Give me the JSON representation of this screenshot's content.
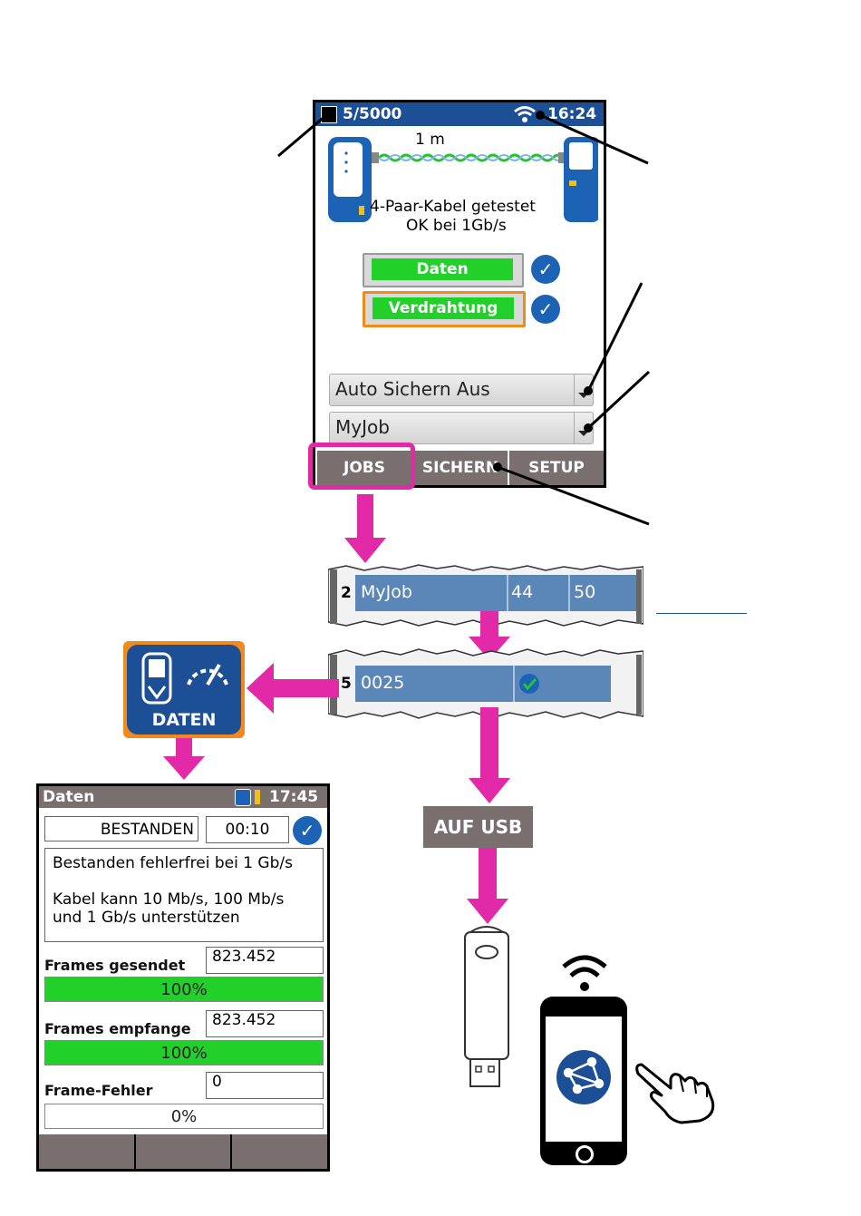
{
  "main_device": {
    "status": {
      "count": "5/5000",
      "time": "16:24"
    },
    "cable_length": "1 m",
    "result_line1": "4-Paar-Kabel getestet",
    "result_line2": "OK bei 1Gb/s",
    "tests": [
      {
        "label": "Daten"
      },
      {
        "label": "Verdrahtung"
      }
    ],
    "autosave_dropdown": "Auto Sichern Aus",
    "job_dropdown": "MyJob",
    "softkeys": [
      "JOBS",
      "SICHERN",
      "SETUP"
    ]
  },
  "jobs_row": {
    "index": "2",
    "name": "MyJob",
    "col1": "44",
    "col2": "50"
  },
  "record_row": {
    "index": "5",
    "name": "0025"
  },
  "daten_icon_label": "DATEN",
  "auf_usb_label": "AUF USB",
  "daten_screen": {
    "title": "Daten",
    "time": "17:45",
    "status": "BESTANDEN",
    "duration": "00:10",
    "message_line1": "Bestanden fehlerfrei bei 1 Gb/s",
    "message_line2": "Kabel kann 10 Mb/s, 100 Mb/s",
    "message_line3": "und 1 Gb/s unterstützen",
    "frames_sent_label": "Frames gesendet",
    "frames_sent_value": "823.452",
    "frames_sent_progress": "100%",
    "frames_received_label": "Frames empfange",
    "frames_received_value": "823.452",
    "frames_received_progress": "100%",
    "frame_errors_label": "Frame-Fehler",
    "frame_errors_value": "0",
    "frame_errors_progress": "0%"
  },
  "colors": {
    "accent": "#1c4f96",
    "pink": "#e22aa8",
    "green": "#22d02a",
    "orange": "#f08a1c",
    "softkey": "#7a6f6f"
  }
}
